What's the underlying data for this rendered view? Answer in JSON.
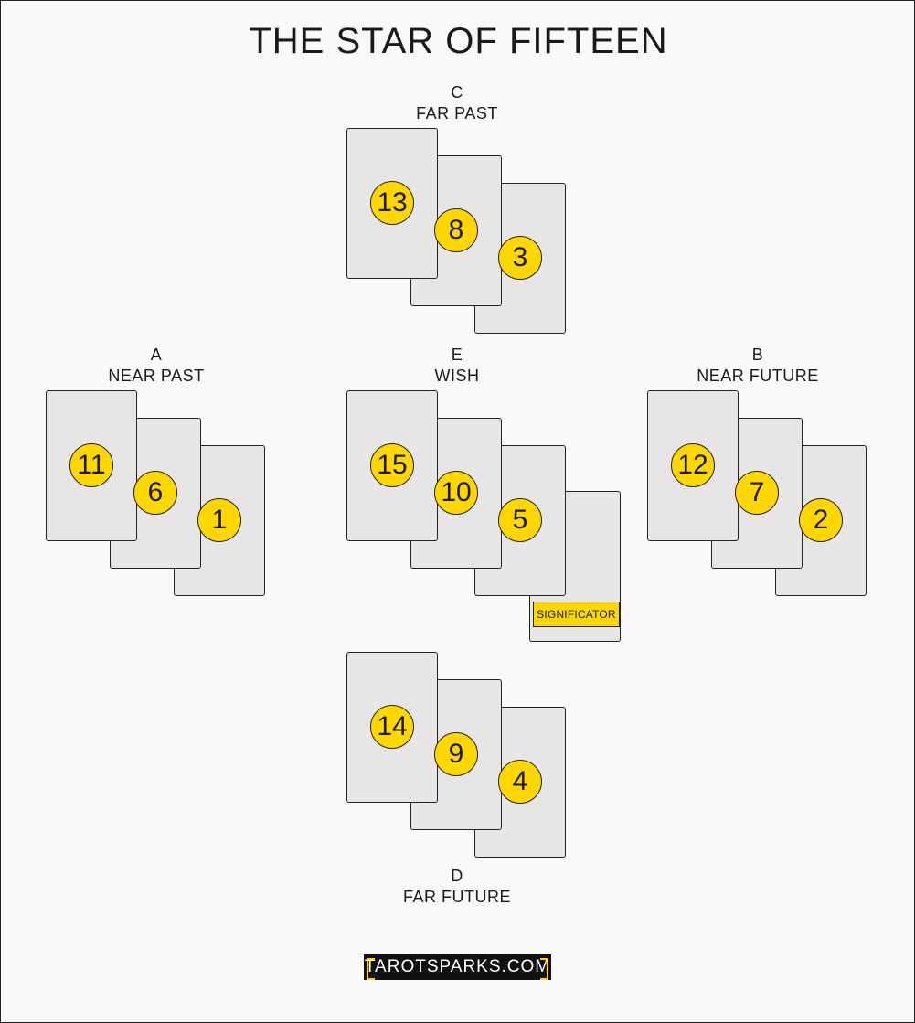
{
  "title": "THE STAR OF FIFTEEN",
  "colors": {
    "background": "#f9f9f9",
    "card": "#e7e5e6",
    "accent": "#fed700",
    "border": "#222222"
  },
  "groups": {
    "c": {
      "letter": "C",
      "name": "FAR PAST",
      "cards": [
        "13",
        "8",
        "3"
      ]
    },
    "a": {
      "letter": "A",
      "name": "NEAR PAST",
      "cards": [
        "11",
        "6",
        "1"
      ]
    },
    "e": {
      "letter": "E",
      "name": "WISH",
      "cards": [
        "15",
        "10",
        "5"
      ],
      "extra_card": "SIGNIFICATOR"
    },
    "b": {
      "letter": "B",
      "name": "NEAR FUTURE",
      "cards": [
        "12",
        "7",
        "2"
      ]
    },
    "d": {
      "letter": "D",
      "name": "FAR FUTURE",
      "cards": [
        "14",
        "9",
        "4"
      ]
    }
  },
  "logo": "TAROTSPARKS.COM"
}
